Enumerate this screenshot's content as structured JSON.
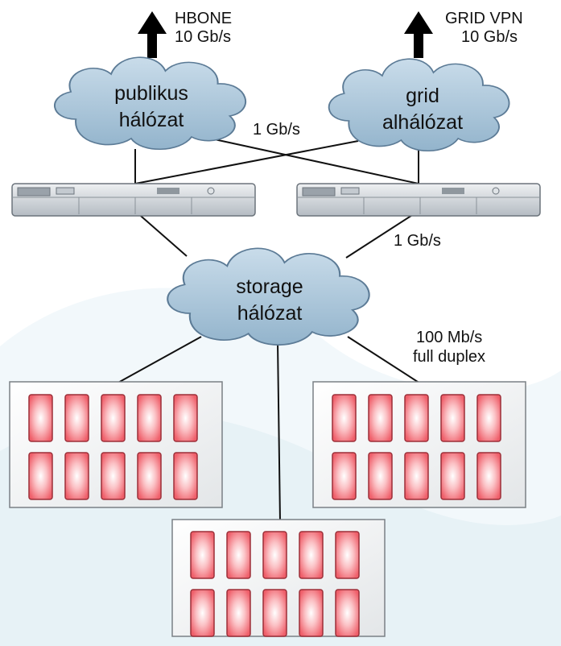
{
  "uplinks": {
    "left": {
      "name": "HBONE",
      "speed": "10 Gb/s"
    },
    "right": {
      "name": "GRID VPN",
      "speed": "10 Gb/s"
    }
  },
  "clouds": {
    "public": {
      "line1": "publikus",
      "line2": "hálózat"
    },
    "grid": {
      "line1": "grid",
      "line2": "alhálózat"
    },
    "storage": {
      "line1": "storage",
      "line2": "hálózat"
    }
  },
  "links": {
    "cross": "1 Gb/s",
    "storage_uplink": "1 Gb/s",
    "storage_downlink_line1": "100 Mb/s",
    "storage_downlink_line2": "full duplex"
  },
  "colors": {
    "cloud_fill": "#a9c6dc",
    "cloud_stroke": "#5c7b96",
    "disk_fill": "#f06a74",
    "disk_stroke": "#9c2f38",
    "arrow": "#000000",
    "line": "#111111",
    "background_swirl": "#e6f2f6"
  },
  "icons": {
    "uplink": "up-arrow-icon",
    "server": "rack-server-icon",
    "disk": "disk-drive-icon",
    "cloud": "network-cloud-icon"
  }
}
